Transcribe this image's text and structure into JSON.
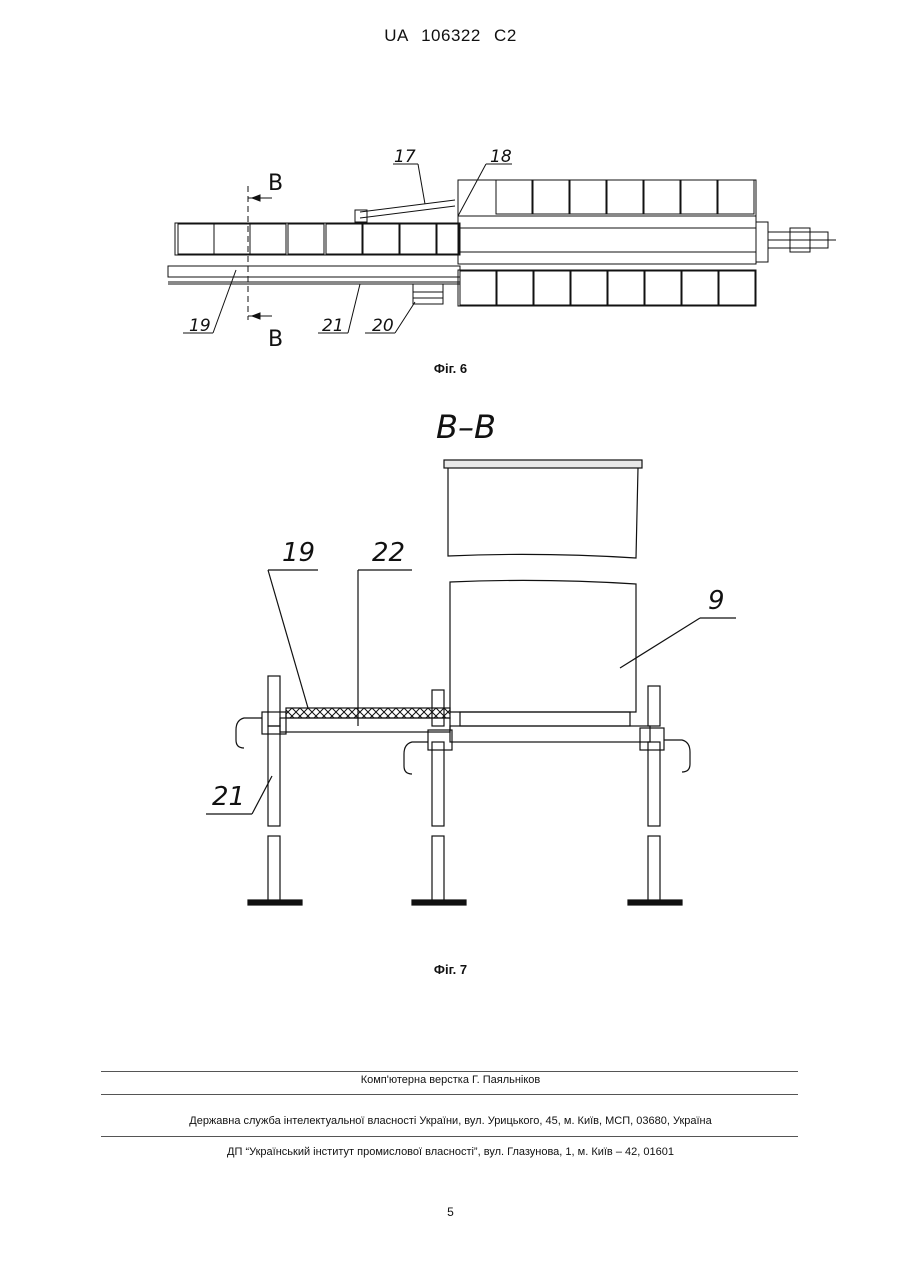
{
  "header": {
    "patent_number": "UA   106322   C2"
  },
  "fig6": {
    "caption": "Фіг. 6",
    "labels": {
      "l17": "17",
      "l18": "18",
      "l19": "19",
      "l20": "20",
      "l21": "21",
      "section_top": "B",
      "section_bottom": "B"
    }
  },
  "fig7": {
    "caption": "Фіг. 7",
    "section_title": "B–B",
    "labels": {
      "l19": "19",
      "l22": "22",
      "l9": "9",
      "l21": "21"
    }
  },
  "footer": {
    "layout_credit": "Комп'ютерна верстка Г. Паяльніков",
    "agency": "Державна служба інтелектуальної власності України, вул. Урицького, 45, м. Київ, МСП, 03680, Україна",
    "institute": "ДП “Український інститут промислової власності”, вул. Глазунова, 1, м. Київ – 42, 01601"
  },
  "page_number": "5"
}
